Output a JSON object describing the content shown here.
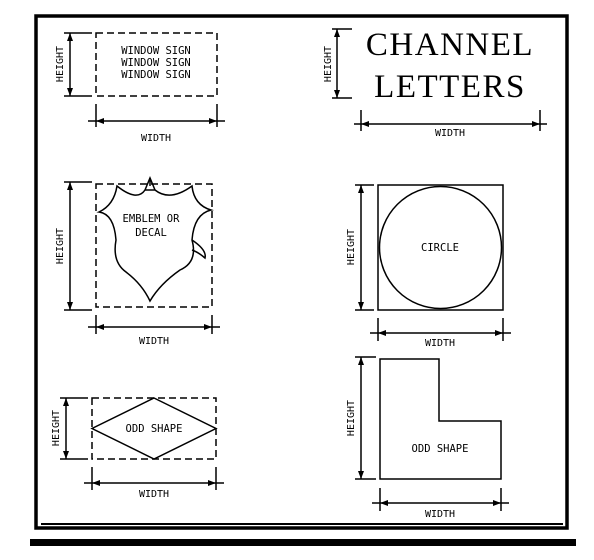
{
  "colors": {
    "ink": "#000000",
    "paper": "#ffffff"
  },
  "window_sign": {
    "lines": [
      "WINDOW SIGN",
      "WINDOW SIGN",
      "WINDOW SIGN"
    ],
    "width_label": "WIDTH",
    "height_label": "HEIGHT"
  },
  "channel_letters": {
    "line1": "CHANNEL",
    "line2": "LETTERS",
    "width_label": "WIDTH",
    "height_label": "HEIGHT"
  },
  "emblem": {
    "line1": "EMBLEM OR",
    "line2": "DECAL",
    "width_label": "WIDTH",
    "height_label": "HEIGHT"
  },
  "circle": {
    "label": "CIRCLE",
    "width_label": "WIDTH",
    "height_label": "HEIGHT"
  },
  "odd_shape_diamond": {
    "label": "ODD SHAPE",
    "width_label": "WIDTH",
    "height_label": "HEIGHT"
  },
  "odd_shape_l": {
    "label": "ODD SHAPE",
    "width_label": "WIDTH",
    "height_label": "HEIGHT"
  }
}
